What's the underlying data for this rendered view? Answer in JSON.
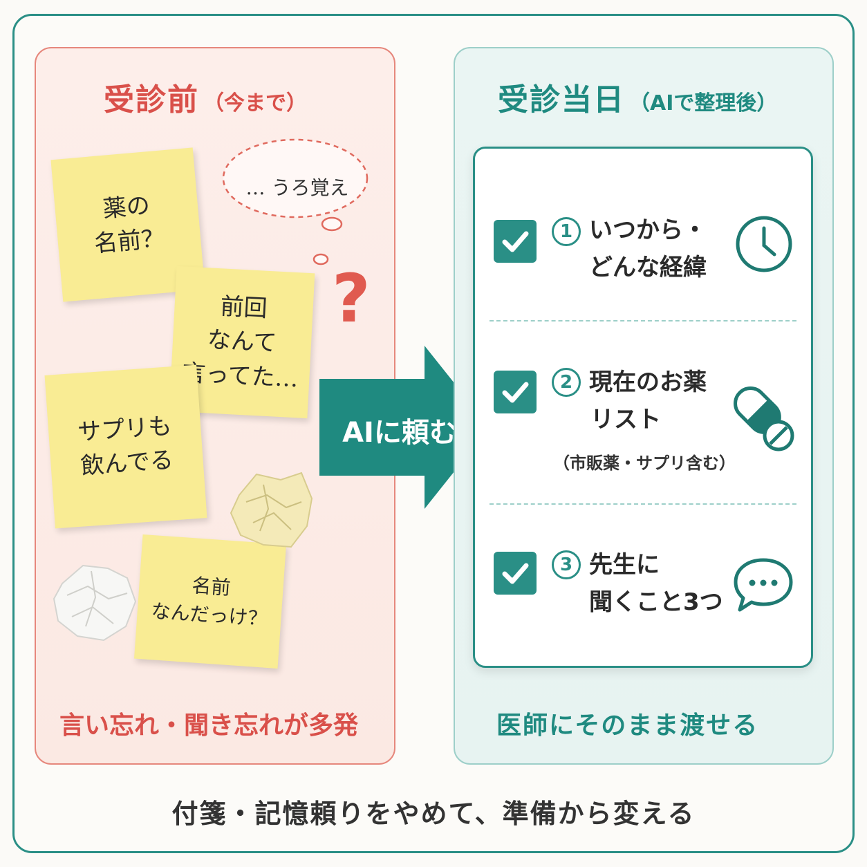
{
  "left_panel": {
    "title": "受診前",
    "subtitle": "（今まで）",
    "notes": [
      "薬の\n名前？",
      "前回\nなんて\n言ってた…",
      "サプリも\n飲んでる",
      "名前\nなんだっけ？"
    ],
    "thought": "… うろ覚え",
    "question_mark": "?",
    "caption": "言い忘れ・聞き忘れが多発"
  },
  "arrow": {
    "label": "AIに頼む"
  },
  "right_panel": {
    "title": "受診当日",
    "subtitle": "（AIで整理後）",
    "items": [
      {
        "number": "1",
        "line1": "いつから・",
        "line2": "どんな経緯",
        "note": "",
        "icon": "clock-icon"
      },
      {
        "number": "2",
        "line1": "現在のお薬",
        "line2": "リスト",
        "note": "（市販薬・サプリ含む）",
        "icon": "pill-icon"
      },
      {
        "number": "3",
        "line1": "先生に",
        "line2": "聞くこと3つ",
        "note": "",
        "icon": "chat-bubble-icon"
      }
    ],
    "caption": "医師にそのまま渡せる"
  },
  "footer": "付箋・記憶頼りをやめて、準備から変える",
  "colors": {
    "accent": "#2a8f86",
    "warning": "#d9504a",
    "note": "#f9ec94"
  }
}
